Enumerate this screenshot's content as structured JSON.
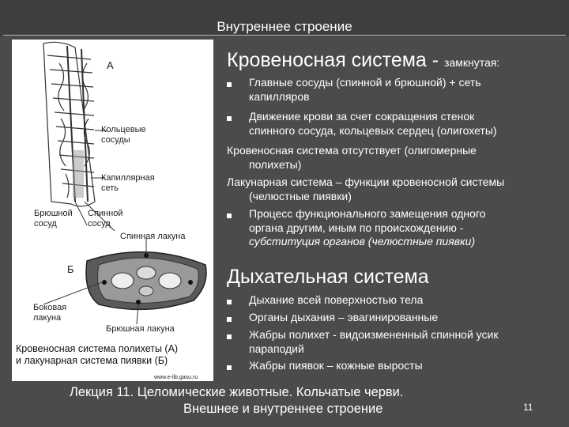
{
  "header": {
    "title": "Внутреннее строение"
  },
  "figure": {
    "label_a": "А",
    "label_b": "Б",
    "ring_vessels": [
      "Кольцевые",
      "сосуды"
    ],
    "capillary_net": [
      "Капиллярная",
      "сеть"
    ],
    "ventral_vessel": [
      "Брюшной",
      "сосуд"
    ],
    "dorsal_vessel": [
      "Спинной",
      "сосуд"
    ],
    "dorsal_lacuna": "Спинная лакуна",
    "lateral_lacuna": [
      "Боковая",
      "лакуна"
    ],
    "ventral_lacuna": "Брюшная лакуна",
    "caption": [
      "Кровеносная система полихеты (А)",
      "и лакунарная система пиявки (Б)"
    ],
    "url": "www.e-lib.gasu.ru"
  },
  "circulatory": {
    "heading": "Кровеносная система -",
    "heading_note": "замкнутая:",
    "bullet1": [
      "Главные сосуды (спинной и брюшной) + сеть",
      "капилляров"
    ],
    "bullet2": [
      "Движение крови за счет сокращения стенок",
      "спинного сосуда, кольцевых сердец (олигохеты)"
    ],
    "absent": [
      "Кровеносная система отсутствует (олигомерные",
      "полихеты)"
    ],
    "lacunar": [
      "Лакунарная система – функции кровеносной системы",
      "(челюстные пиявки)"
    ],
    "bullet3": [
      "Процесс функционального замещения одного",
      "органа другим, иным по происхождению -"
    ],
    "substitution": "субституция органов (челюстные пиявки)"
  },
  "respiratory": {
    "heading": "Дыхательная система",
    "items": [
      [
        "Дыхание всей поверхностью тела"
      ],
      [
        "Органы дыхания – эвагинированные"
      ],
      [
        "Жабры полихет - видоизмененный спинной усик",
        "параподий"
      ],
      [
        "Жабры пиявок – кожные выросты"
      ]
    ]
  },
  "footer": {
    "line1": "Лекция 11. Целомические животные. Кольчатые черви.",
    "line2": "Внешнее и внутреннее строение",
    "page": "11"
  }
}
